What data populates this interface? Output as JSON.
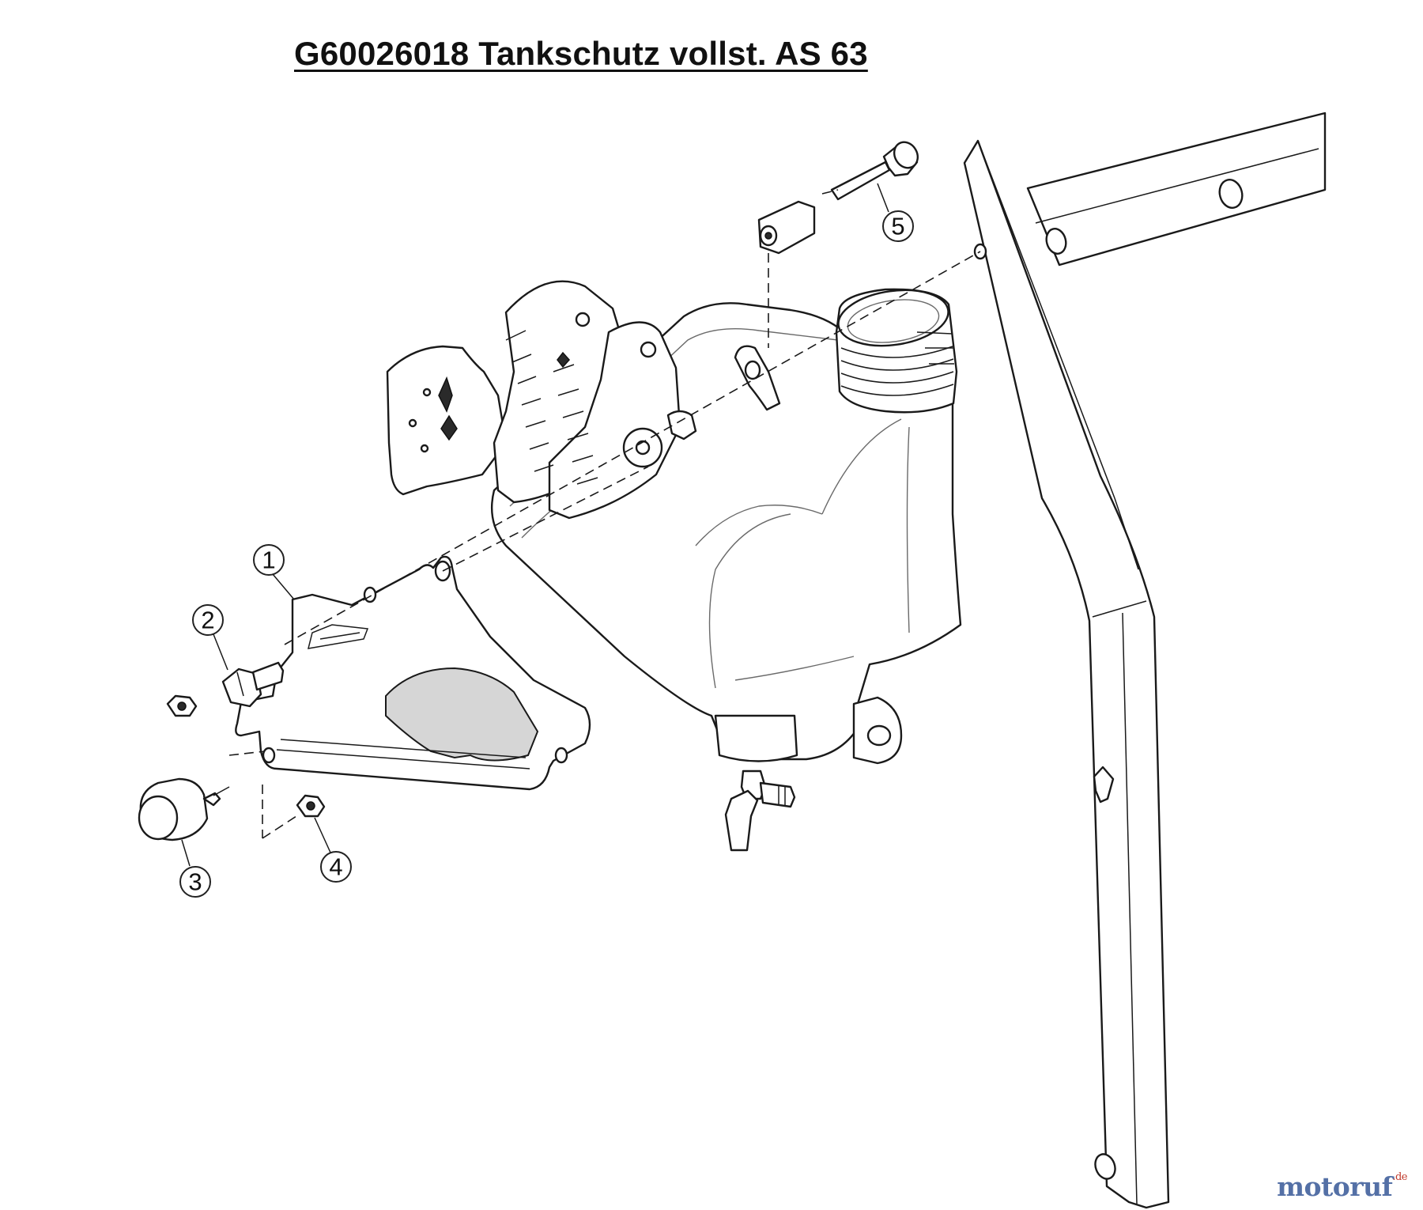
{
  "title": "G60026018 Tankschutz vollst. AS 63",
  "callouts": [
    {
      "id": "callout-1",
      "label": "1"
    },
    {
      "id": "callout-2",
      "label": "2"
    },
    {
      "id": "callout-3",
      "label": "3"
    },
    {
      "id": "callout-4",
      "label": "4"
    },
    {
      "id": "callout-5",
      "label": "5"
    }
  ],
  "logo": {
    "text": "motoruf",
    "tld": ".de"
  }
}
